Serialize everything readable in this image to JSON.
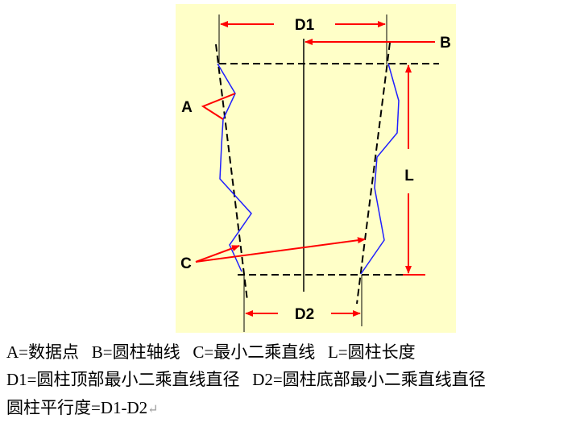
{
  "diagram": {
    "labels": {
      "D1": "D1",
      "D2": "D2",
      "A": "A",
      "B": "B",
      "C": "C",
      "L": "L"
    },
    "colors": {
      "background": "#FFFFC8",
      "profile": "#1E1EFF",
      "annotation": "#FF0000",
      "line": "#000000"
    }
  },
  "caption": {
    "line1": "A=数据点   B=圆柱轴线   C=最小二乘直线   L=圆柱长度",
    "line2": "D1=圆柱顶部最小二乘直线直径   D2=圆柱底部最小二乘直线直径",
    "line3": "圆柱平行度=D1-D2",
    "return_mark": "↵"
  }
}
